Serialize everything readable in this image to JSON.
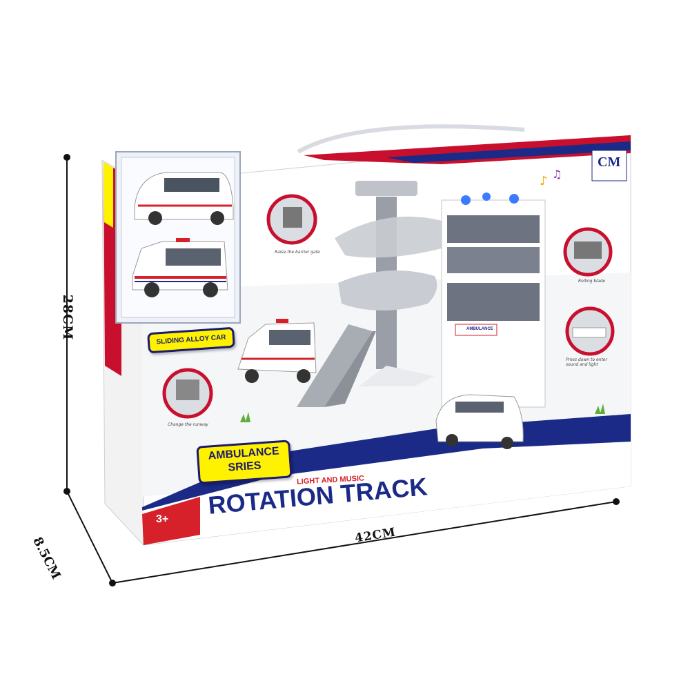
{
  "dimensions": {
    "height": "28CM",
    "width": "42CM",
    "depth": "8.5CM"
  },
  "box": {
    "brand_logo": "CM",
    "badge_sliding": "SLIDING ALLOY CAR",
    "badge_series": "AMBULANCE SRIES",
    "subtitle": "LIGHT AND MUSIC",
    "title": "ROTATION TRACK",
    "age": "3+",
    "features": [
      "Raise the barrier gate",
      "Rolling blade",
      "Press down to enter sound and light",
      "Change the runway"
    ],
    "building_sign": "AMBULANCE"
  },
  "colors": {
    "navy": "#1b2a86",
    "red": "#d6202a",
    "yellow": "#fff200"
  }
}
